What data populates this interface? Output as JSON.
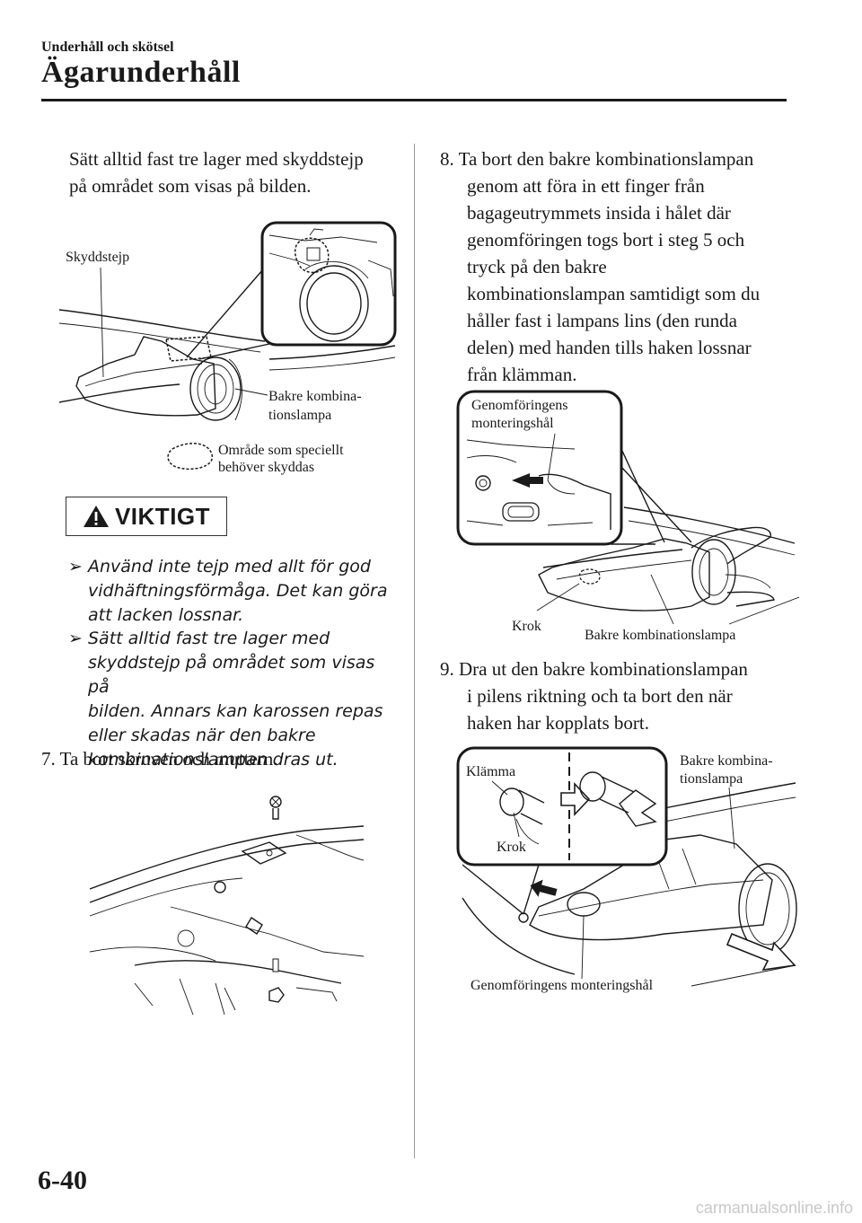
{
  "header": {
    "section": "Underhåll och skötsel",
    "title": "Ägarunderhåll"
  },
  "left": {
    "intro_line1": "Sätt alltid fast tre lager med skyddstejp",
    "intro_line2": "på området som visas på bilden.",
    "fig1_labels": {
      "tape": "Skyddstejp",
      "lamp1": "Bakre kombina-",
      "lamp2": "tionslampa",
      "area1": "Område som speciellt",
      "area2": "behöver skyddas"
    },
    "warning_title": "VIKTIGT",
    "bullets": [
      [
        "Använd inte tejp med allt för god",
        "vidhäftningsförmåga. Det kan göra",
        "att lacken lossnar."
      ],
      [
        "Sätt alltid fast tre lager med",
        "skyddstejp på området som visas på",
        "bilden. Annars kan karossen repas",
        "eller skadas när den bakre",
        "kombinationslampan dras ut."
      ]
    ],
    "step7": "7.  Ta bort skruven och muttern."
  },
  "right": {
    "step8_lines": [
      "8.  Ta bort den bakre kombinationslampan",
      "genom att föra in ett finger från",
      "bagageutrymmets insida i hålet där",
      "genomföringen togs bort i steg 5 och",
      "tryck på den bakre",
      "kombinationslampan samtidigt som du",
      "håller fast i lampans lins (den runda",
      "delen) med handen tills haken lossnar",
      "från klämman."
    ],
    "fig3_labels": {
      "hole1": "Genomföringens",
      "hole2": "monteringshål",
      "hook": "Krok",
      "lamp": "Bakre kombinationslampa"
    },
    "step9_lines": [
      "9.  Dra ut den bakre kombinationslampan",
      "i pilens riktning och ta bort den när",
      "haken har kopplats bort."
    ],
    "fig4_labels": {
      "clip": "Klämma",
      "hook": "Krok",
      "lamp1": "Bakre kombina-",
      "lamp2": "tionslampa",
      "hole": "Genomföringens monteringshål"
    }
  },
  "footer": {
    "page_number": "6-40",
    "watermark": "carmanualsonline.info"
  }
}
